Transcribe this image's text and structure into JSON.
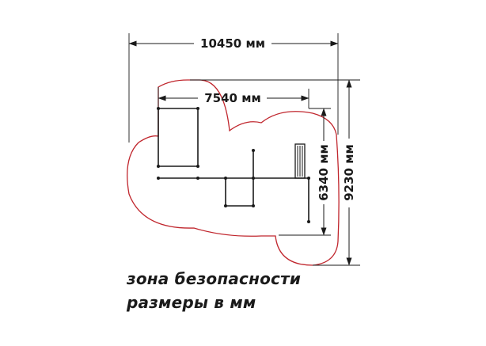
{
  "dimensions": {
    "overall_width": "10450 мм",
    "structure_width": "7540 мм",
    "structure_depth": "6340 мм",
    "overall_depth": "9230 мм"
  },
  "legend": {
    "safety_zone": "зона безопасности",
    "units_note": "размеры в мм"
  },
  "colors": {
    "safety_zone_outline": "#c0262d",
    "structure_lines": "#1a1a1a",
    "dimension_lines": "#1a1a1a"
  }
}
